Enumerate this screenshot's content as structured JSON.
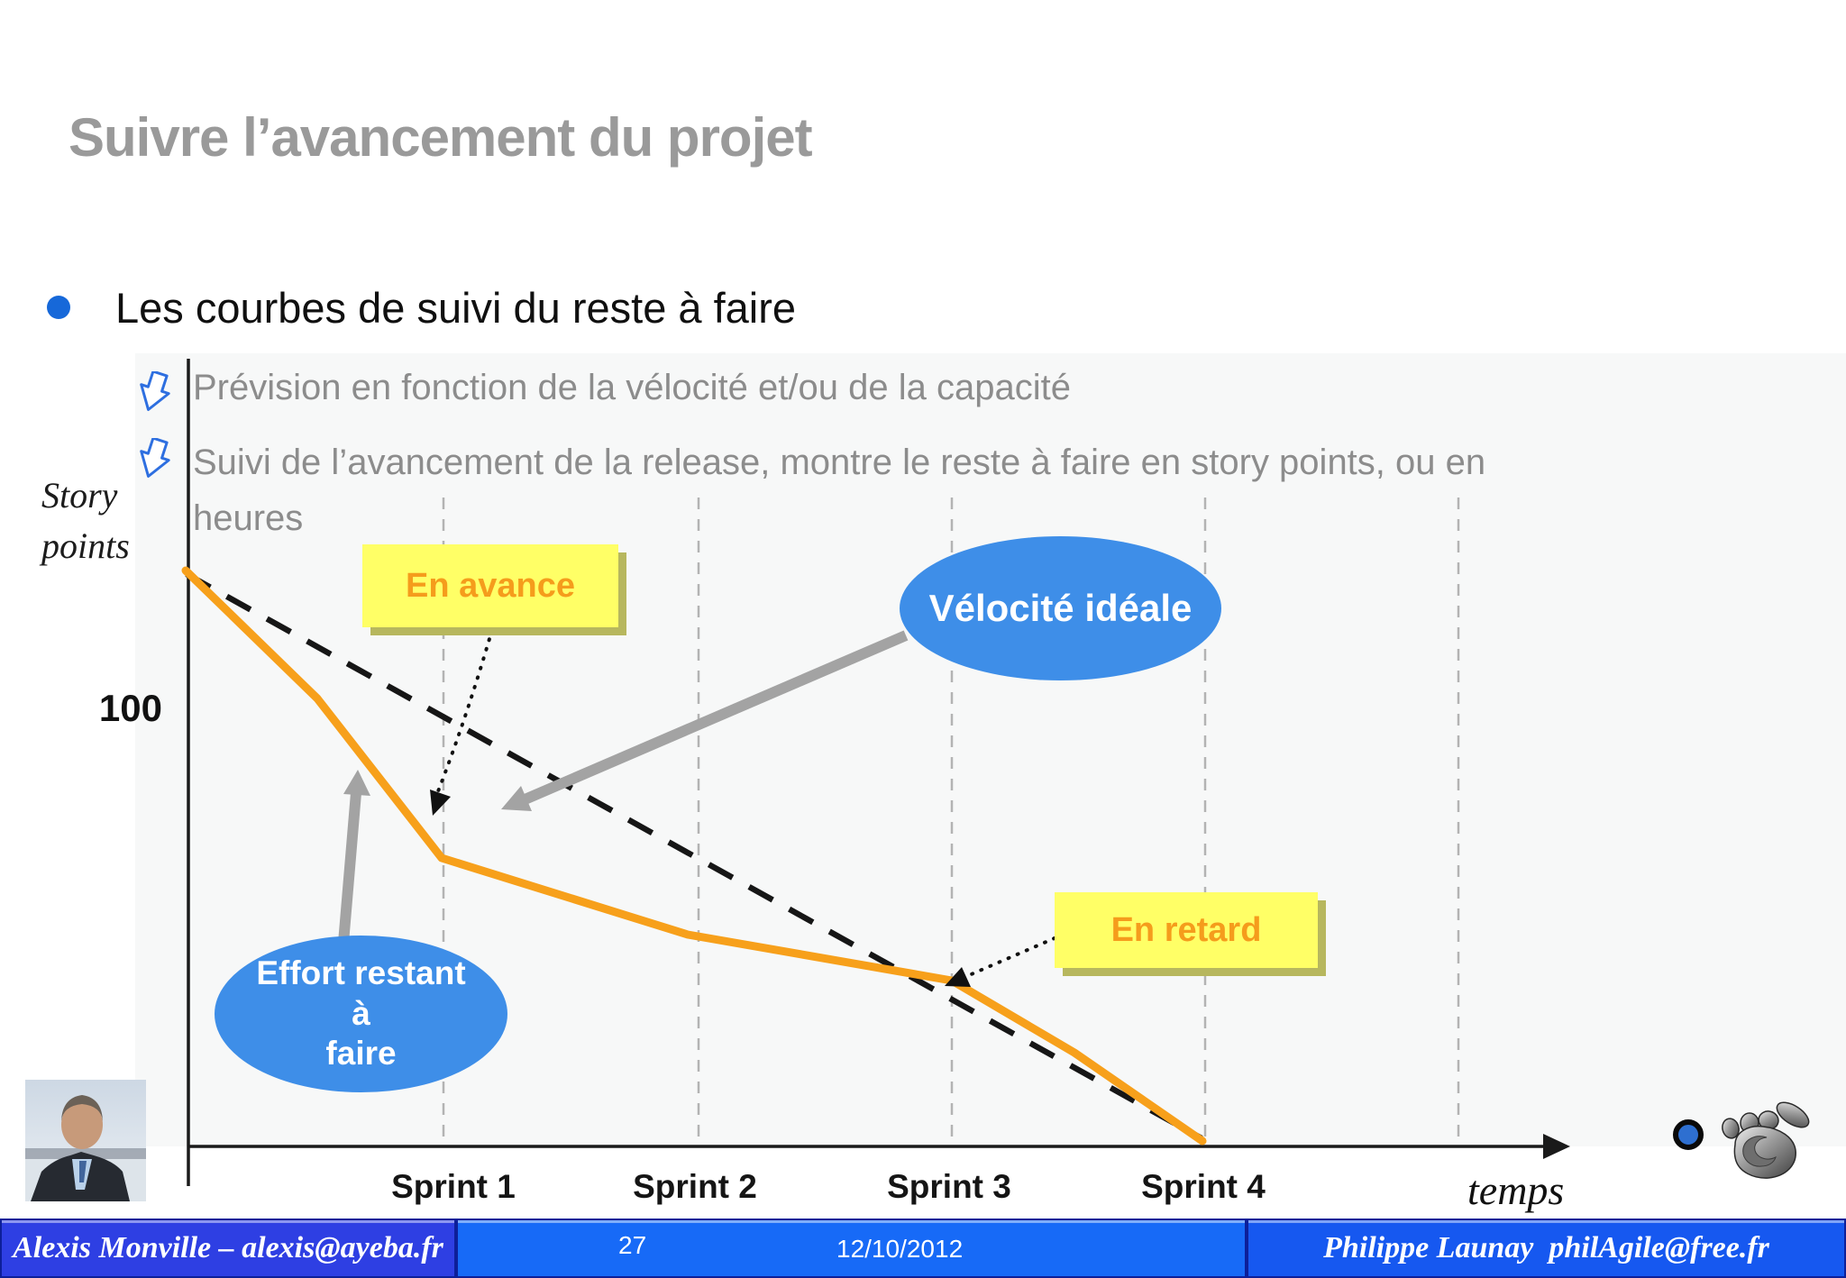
{
  "slide": {
    "title": "Suivre l’avancement du projet",
    "bullet": "Les courbes de suivi du reste à faire",
    "sub_bullet_1": "Prévision en fonction de la vélocité et/ou de la capacité",
    "sub_bullet_2_lines": [
      "Suivi de l’avancement de la release, montre le reste à faire en story points, ou en",
      "heures"
    ]
  },
  "chart": {
    "y_axis_label_lines": [
      "Story",
      "points"
    ],
    "y_tick": "100",
    "x_ticks": [
      "Sprint 1",
      "Sprint 2",
      "Sprint 3",
      "Sprint 4"
    ],
    "x_axis_label": "temps",
    "annotations": {
      "ahead": "En avance",
      "behind": "En retard",
      "ideal": "Vélocité idéale",
      "effort_lines": [
        "Effort restant",
        "à",
        "faire"
      ]
    }
  },
  "chart_data": {
    "type": "line",
    "title": "Courbe de suivi du reste à faire (burndown)",
    "xlabel": "temps",
    "ylabel": "Story points",
    "x_tick_labels": [
      "Sprint 1",
      "Sprint 2",
      "Sprint 3",
      "Sprint 4"
    ],
    "y_tick_labels": [
      "100"
    ],
    "ylim": [
      0,
      140
    ],
    "xlim": [
      0,
      5.3
    ],
    "grid": "vertical-dashed",
    "legend_position": "none",
    "series": [
      {
        "name": "Vélocité idéale",
        "style": "dashed-black",
        "x": [
          0,
          4
        ],
        "y": [
          130,
          0
        ]
      },
      {
        "name": "Effort restant à faire",
        "style": "solid-orange",
        "x": [
          0,
          0.5,
          1,
          2,
          3,
          3.5,
          4
        ],
        "y": [
          130,
          100,
          66,
          49,
          38,
          22,
          0
        ]
      }
    ],
    "annotations": [
      {
        "text": "En avance",
        "points_at": "actual curve below ideal near Sprint 1"
      },
      {
        "text": "En retard",
        "points_at": "ideal curve below actual near Sprint 3"
      }
    ]
  },
  "footer": {
    "left": "Alexis Monville – alexis@ayeba.fr",
    "page": "27",
    "date": "12/10/2012",
    "right": "Philippe Launay  philAgile@free.fr"
  },
  "colors": {
    "title-gray": "#9a9a9a",
    "text-gray": "#8c8c8c",
    "bullet-blue": "#1668d9",
    "accent-orange": "#F7A01B",
    "label-orange": "#F59C1C",
    "note-yellow": "#FFFF66",
    "note-shadow": "#b7b75e",
    "ellipse-blue": "#3E8EE8",
    "grid-gray": "#b3b3b3",
    "arrow-gray": "#a3a3a3",
    "footer-left-blue": "#2e3fe3",
    "footer-mid-blue": "#176af7",
    "footer-right-blue": "#1658f0",
    "footer-border": "#0d1f99"
  }
}
